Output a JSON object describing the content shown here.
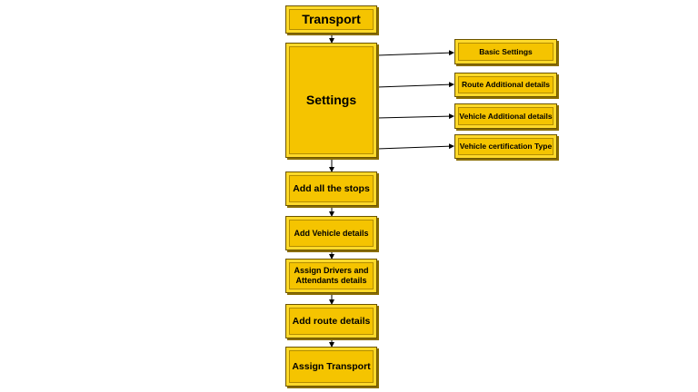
{
  "diagram": {
    "root": "Transport",
    "settings": "Settings",
    "settings_children": [
      "Basic Settings",
      "Route Additional details",
      "Vehicle Additional details",
      "Vehicle certification Type"
    ],
    "steps": [
      "Add all the stops",
      "Add Vehicle details",
      "Assign Drivers and Attendants details",
      "Add route details",
      "Assign Transport"
    ]
  },
  "colors": {
    "box_fill": "#f5c400",
    "box_border": "#6b5400",
    "arrow": "#000000"
  }
}
